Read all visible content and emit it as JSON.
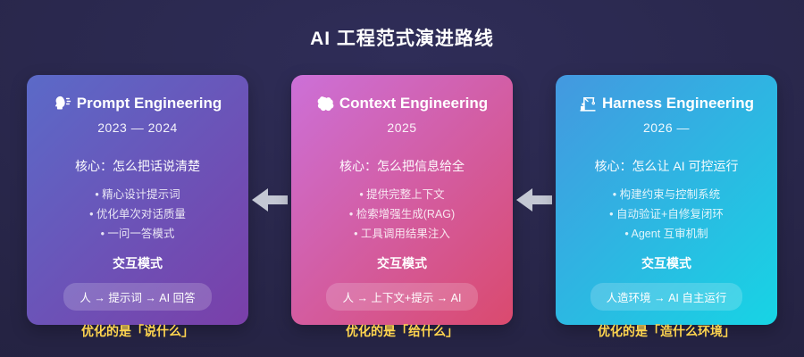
{
  "page": {
    "title": "AI 工程范式演进路线",
    "background_color": "#252343"
  },
  "cards": [
    {
      "icon": "speaking-head-icon",
      "title": "Prompt Engineering",
      "years": "2023 — 2024",
      "core": "核心：怎么把话说清楚",
      "bullets": [
        "精心设计提示词",
        "优化单次对话质量",
        "一问一答模式"
      ],
      "mode_label": "交互模式",
      "flow": "人 → 提示词 → AI 回答",
      "highlight": "优化的是「说什么」",
      "gradient_from": "#5b6ac8",
      "gradient_to": "#7a3fa9"
    },
    {
      "icon": "brain-icon",
      "title": "Context Engineering",
      "years": "2025",
      "core": "核心：怎么把信息给全",
      "bullets": [
        "提供完整上下文",
        "检索增强生成(RAG)",
        "工具调用结果注入"
      ],
      "mode_label": "交互模式",
      "flow": "人 → 上下文+提示 → AI",
      "highlight": "优化的是「给什么」",
      "gradient_from": "#cc70d8",
      "gradient_to": "#da4a6e"
    },
    {
      "icon": "construction-crane-icon",
      "title": "Harness Engineering",
      "years": "2026 —",
      "core": "核心：怎么让 AI 可控运行",
      "bullets": [
        "构建约束与控制系统",
        "自动验证+自修复闭环",
        "Agent 互审机制"
      ],
      "mode_label": "交互模式",
      "flow": "人造环境 → AI 自主运行",
      "highlight": "优化的是「造什么环境」",
      "gradient_from": "#4498e0",
      "gradient_to": "#17d4e4"
    }
  ],
  "arrow": {
    "direction": "left",
    "color": "#c4c8d4"
  },
  "colors": {
    "highlight_text": "#ffd54f",
    "pill_bg": "rgba(255,255,255,0.18)"
  }
}
